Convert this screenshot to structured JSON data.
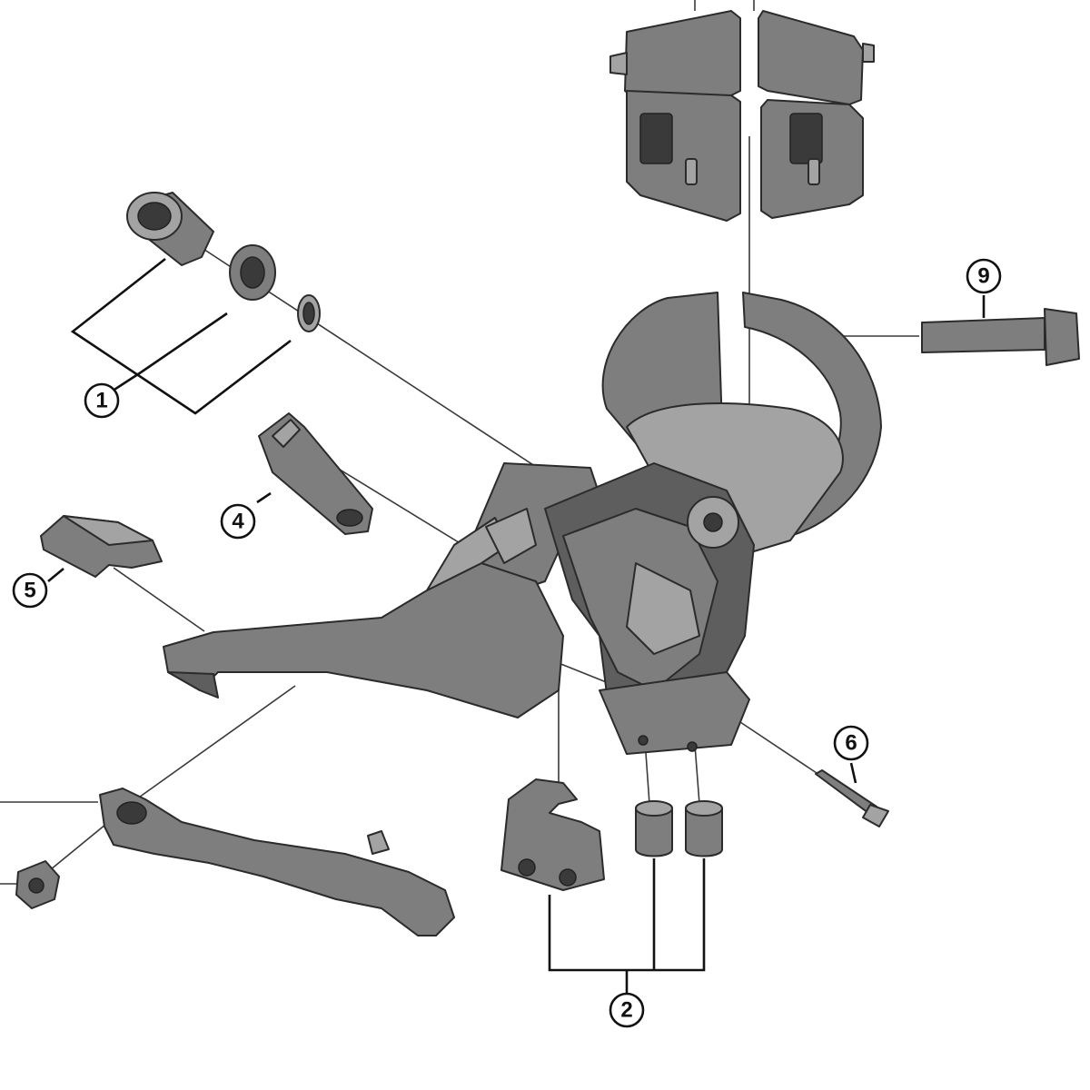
{
  "callouts": [
    {
      "id": "1",
      "label": "1"
    },
    {
      "id": "2",
      "label": "2"
    },
    {
      "id": "4",
      "label": "4"
    },
    {
      "id": "5",
      "label": "5"
    },
    {
      "id": "6",
      "label": "6"
    },
    {
      "id": "9",
      "label": "9"
    }
  ],
  "colors": {
    "part_fill": "#7e7e7e",
    "part_light": "#a3a3a3",
    "outline": "#2b2b2b",
    "callout_stroke": "#111111",
    "background": "#ffffff"
  }
}
